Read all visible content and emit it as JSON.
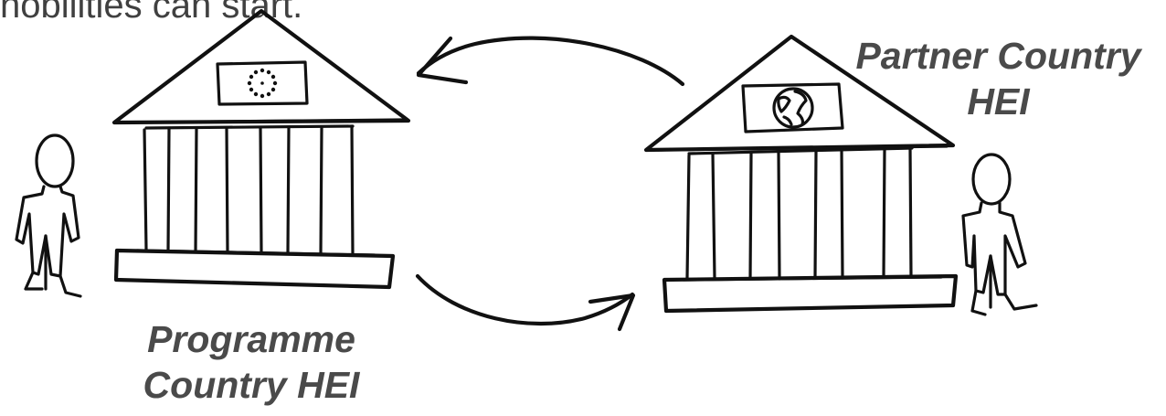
{
  "caption": {
    "text": "nobilities can start."
  },
  "labels": {
    "programme": {
      "line1": "Programme",
      "line2": "Country HEI"
    },
    "partner": {
      "line1": "Partner Country",
      "line2": "HEI"
    }
  },
  "icons": {
    "left_building": "eu-flag-building-icon",
    "right_building": "globe-flag-building-icon",
    "left_person": "person-icon",
    "right_person": "person-icon",
    "top_arrow": "arrow-left-curved-icon",
    "bottom_arrow": "arrow-right-curved-icon"
  },
  "colors": {
    "ink": "#111111",
    "label_text": "#4a4a4a",
    "caption_text": "#404040",
    "background": "#ffffff"
  }
}
